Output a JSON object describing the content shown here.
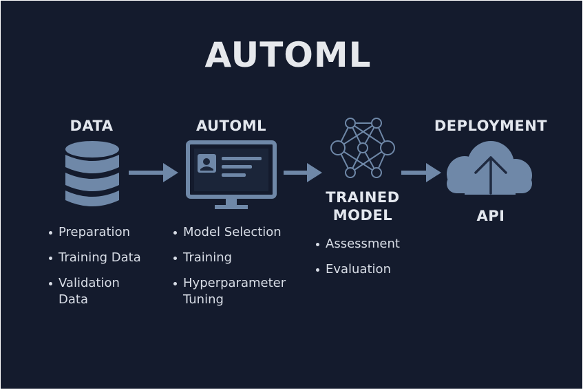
{
  "title": "AUTOML",
  "stages": [
    {
      "label": "DATA",
      "icon": "database-icon",
      "bullets": [
        "Preparation",
        "Training Data",
        "Validation Data"
      ]
    },
    {
      "label": "AUTOML",
      "icon": "monitor-icon",
      "bullets": [
        "Model Selection",
        "Training",
        "Hyperparameter Tuning"
      ]
    },
    {
      "label": "TRAINED MODEL",
      "icon": "neural-network-icon",
      "bullets": [
        "Assessment",
        "Evaluation"
      ]
    },
    {
      "label": "DEPLOYMENT",
      "sublabel": "API",
      "icon": "cloud-upload-icon"
    }
  ],
  "colors": {
    "background": "#141b2d",
    "icon": "#6f88a8",
    "text": "#e3e7ee"
  }
}
